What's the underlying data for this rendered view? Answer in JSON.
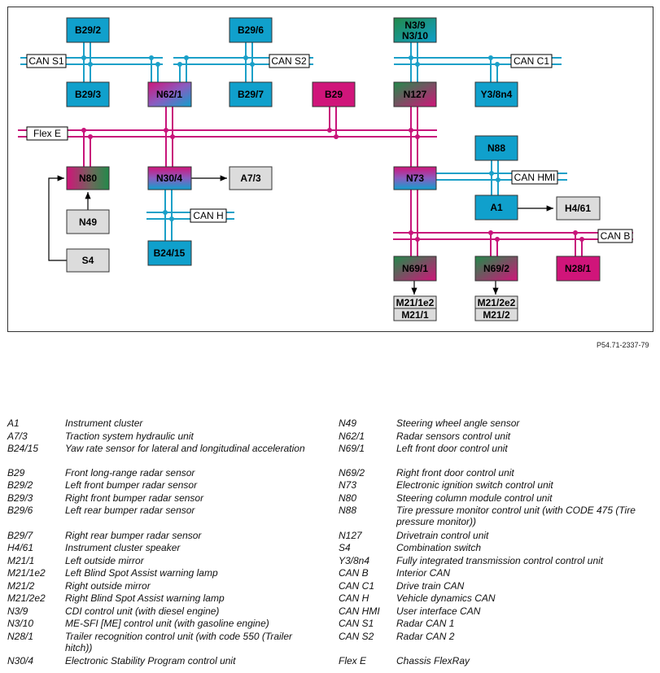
{
  "colors": {
    "can": "#1ba0c8",
    "flex": "#c8147a",
    "blue_box": "#10a0cc",
    "magenta_box": "#d0157a",
    "green_box": "#228a4a",
    "gray_box": "#dcdcdc"
  },
  "diagram": {
    "ref_number": "P54.71-2337-79",
    "bus_labels": {
      "can_s1": "CAN S1",
      "can_s2": "CAN S2",
      "can_c1": "CAN C1",
      "flex_e": "Flex E",
      "can_hmi": "CAN HMI",
      "can_h": "CAN H",
      "can_b": "CAN B"
    },
    "blocks": {
      "b29_2": "B29/2",
      "b29_6": "B29/6",
      "n3_9": "N3/9",
      "n3_10": "N3/10",
      "b29_3": "B29/3",
      "n62_1": "N62/1",
      "b29_7": "B29/7",
      "b29": "B29",
      "n127": "N127",
      "y3_8n4": "Y3/8n4",
      "n80": "N80",
      "n30_4": "N30/4",
      "a7_3": "A7/3",
      "n88": "N88",
      "n73": "N73",
      "a1": "A1",
      "h4_61": "H4/61",
      "n49": "N49",
      "b24_15": "B24/15",
      "s4": "S4",
      "n69_1": "N69/1",
      "n69_2": "N69/2",
      "n28_1": "N28/1",
      "m21_1e2": "M21/1e2",
      "m21_1": "M21/1",
      "m21_2e2": "M21/2e2",
      "m21_2": "M21/2"
    }
  },
  "legend_left": [
    {
      "code": "A1",
      "desc": "Instrument cluster"
    },
    {
      "code": "A7/3",
      "desc": "Traction system hydraulic unit"
    },
    {
      "code": "B24/15",
      "desc": "Yaw rate sensor for lateral and longitudinal acceleration"
    },
    {
      "code": "B29",
      "desc": "Front long-range radar sensor"
    },
    {
      "code": "B29/2",
      "desc": "Left front bumper radar sensor"
    },
    {
      "code": "B29/3",
      "desc": "Right front bumper radar sensor"
    },
    {
      "code": "B29/6",
      "desc": "Left rear bumper radar sensor"
    },
    {
      "code": "B29/7",
      "desc": "Right rear bumper radar sensor"
    },
    {
      "code": "H4/61",
      "desc": "Instrument cluster speaker"
    },
    {
      "code": "M21/1",
      "desc": "Left outside mirror"
    },
    {
      "code": "M21/1e2",
      "desc": "Left Blind Spot Assist warning lamp"
    },
    {
      "code": "M21/2",
      "desc": "Right outside mirror"
    },
    {
      "code": "M21/2e2",
      "desc": "Right Blind Spot Assist warning lamp"
    },
    {
      "code": "N3/9",
      "desc": "CDI control unit (with diesel engine)"
    },
    {
      "code": "N3/10",
      "desc": "ME-SFI [ME] control unit (with gasoline engine)"
    },
    {
      "code": "N28/1",
      "desc": "Trailer recognition control unit (with code 550 (Trailer hitch))"
    },
    {
      "code": "N30/4",
      "desc": "Electronic Stability Program control unit"
    }
  ],
  "legend_right": [
    {
      "code": "N49",
      "desc": "Steering wheel angle sensor"
    },
    {
      "code": "N62/1",
      "desc": "Radar sensors control unit"
    },
    {
      "code": "N69/1",
      "desc": "Left front door control unit"
    },
    {
      "code": "N69/2",
      "desc": "Right front door control unit"
    },
    {
      "code": "N73",
      "desc": "Electronic ignition switch control unit"
    },
    {
      "code": "N80",
      "desc": "Steering column module control unit"
    },
    {
      "code": "N88",
      "desc": "Tire pressure monitor control unit (with CODE 475 (Tire pressure monitor))"
    },
    {
      "code": "N127",
      "desc": "Drivetrain control unit"
    },
    {
      "code": "S4",
      "desc": "Combination switch"
    },
    {
      "code": "Y3/8n4",
      "desc": "Fully integrated transmission control control unit"
    },
    {
      "code": "CAN B",
      "desc": "Interior CAN"
    },
    {
      "code": "CAN C1",
      "desc": "Drive train CAN"
    },
    {
      "code": "CAN H",
      "desc": "Vehicle dynamics CAN"
    },
    {
      "code": "CAN HMI",
      "desc": "User interface CAN"
    },
    {
      "code": "CAN S1",
      "desc": "Radar CAN 1"
    },
    {
      "code": "CAN S2",
      "desc": "Radar CAN 2"
    },
    {
      "code": "Flex E",
      "desc": "Chassis FlexRay"
    }
  ]
}
